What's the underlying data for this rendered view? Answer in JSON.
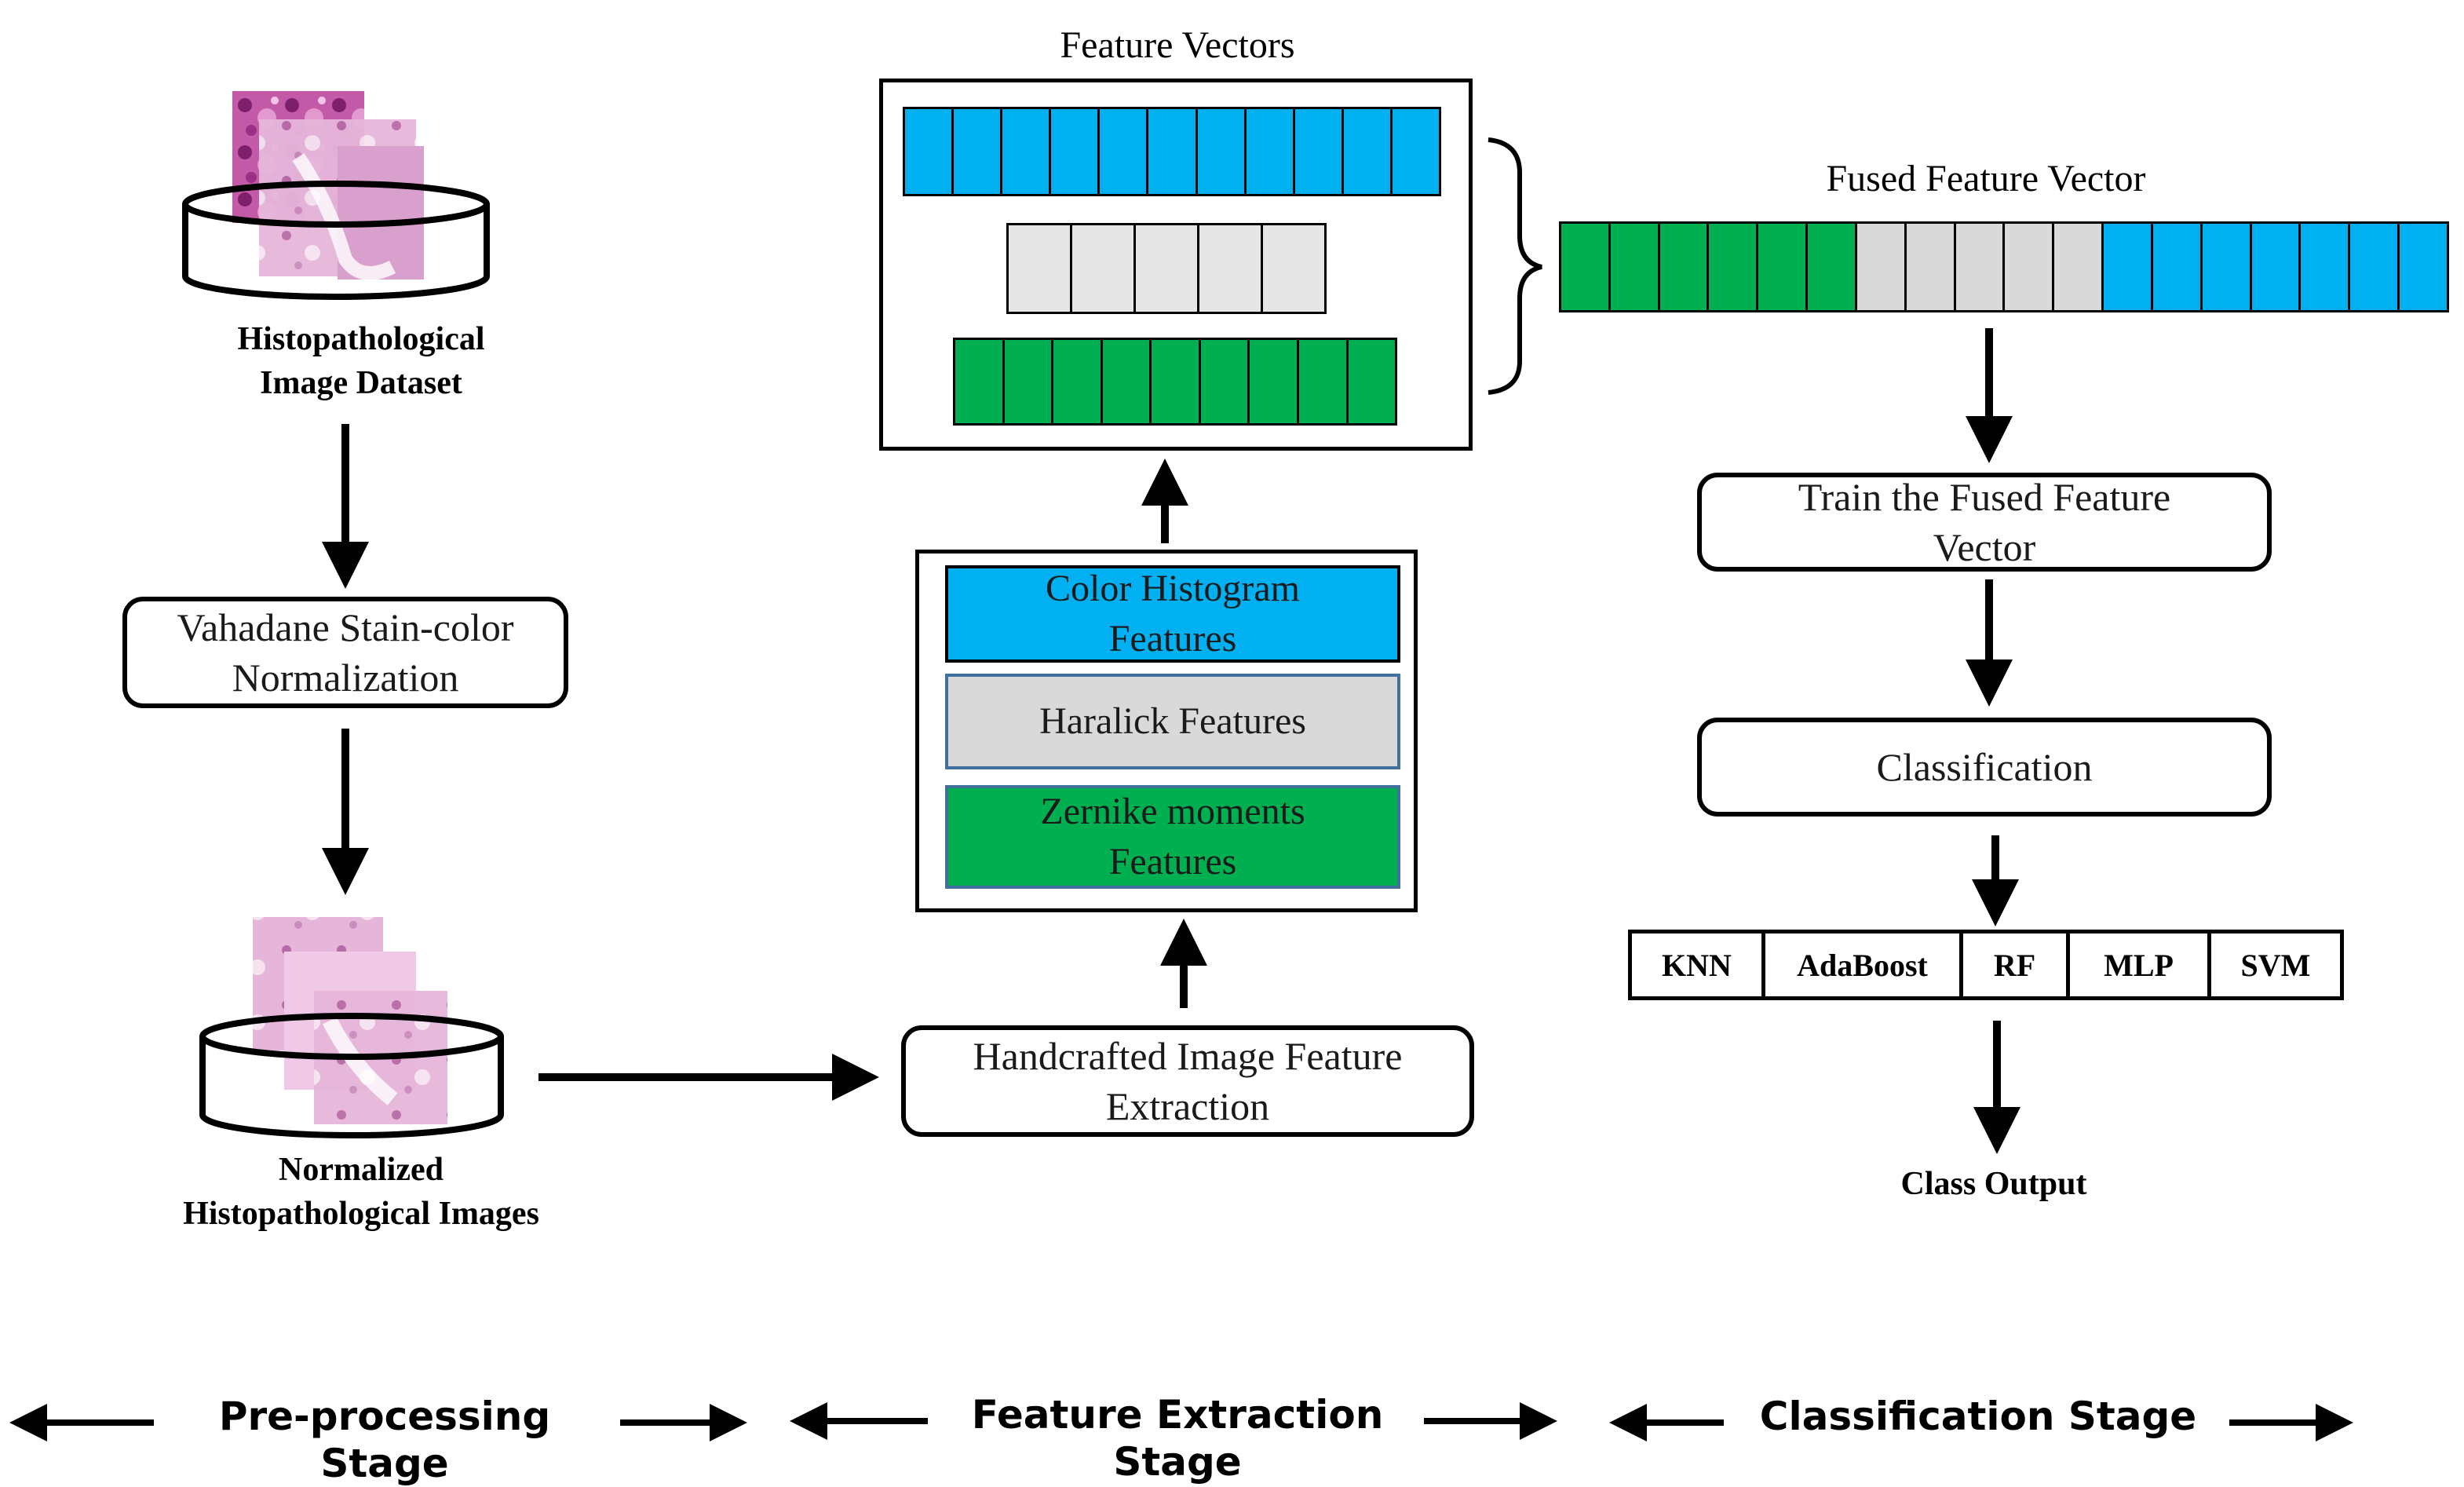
{
  "colors": {
    "blue": "#00b0f0",
    "gray": "#e7e6e6",
    "green": "#00b050",
    "border_blue": "#41719c",
    "tissue_pink": "#d88fc4",
    "tissue_dark": "#a03a8a"
  },
  "preprocessing": {
    "dataset_label_1": "Histopathological",
    "dataset_label_2": "Image Dataset",
    "normalization_1": "Vahadane Stain-color",
    "normalization_2": "Normalization",
    "normalized_label_1": "Normalized",
    "normalized_label_2": "Histopathological Images"
  },
  "extraction": {
    "handcrafted_1": "Handcrafted Image Feature",
    "handcrafted_2": "Extraction",
    "features": [
      {
        "line1": "Color Histogram",
        "line2": "Features"
      },
      {
        "line1": "Haralick Features",
        "line2": ""
      },
      {
        "line1": "Zernike moments",
        "line2": "Features"
      }
    ],
    "vectors_title": "Feature Vectors",
    "vector_cells": {
      "blue": 11,
      "gray": 5,
      "green": 9
    }
  },
  "classification": {
    "fused_title": "Fused Feature Vector",
    "fused_cells": {
      "green": 6,
      "gray": 5,
      "blue": 7
    },
    "train_1": "Train the Fused Feature",
    "train_2": "Vector",
    "classification_label": "Classification",
    "classifiers": [
      "KNN",
      "AdaBoost",
      "RF",
      "MLP",
      "SVM"
    ],
    "output_label": "Class Output"
  },
  "stages": {
    "preprocessing": "Pre-processing Stage",
    "extraction": "Feature Extraction Stage",
    "classification": "Classification Stage"
  },
  "icons": [
    "cylinder-icon",
    "tissue-image-icon",
    "arrow-icon",
    "brace-icon"
  ]
}
